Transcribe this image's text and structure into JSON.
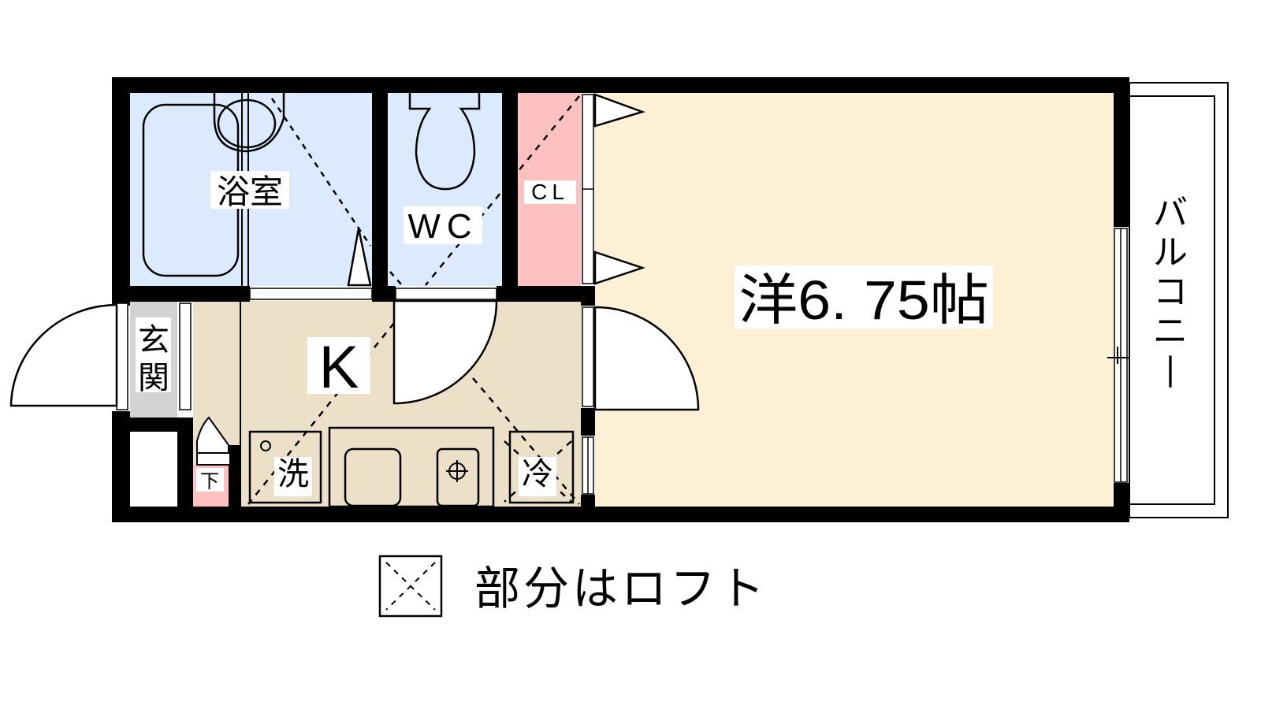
{
  "floorplan": {
    "colors": {
      "wall": "#000000",
      "bath_wc": "#dbeafd",
      "closet": "#ffc0c0",
      "kitchen": "#ede0c8",
      "western_room": "#fdf0d4",
      "entrance": "#d3d3d3",
      "shoe_cabinet": "#ffc0c0",
      "background": "#ffffff"
    },
    "rooms": {
      "bathroom": {
        "label": "浴室"
      },
      "toilet": {
        "label": "WC"
      },
      "closet": {
        "label": "CL"
      },
      "western_room": {
        "label": "洋6. 75帖"
      },
      "kitchen": {
        "label": "K"
      },
      "entrance": {
        "label": "玄関"
      },
      "balcony": {
        "label": "バルコニー"
      },
      "shoe_cabinet": {
        "label": "下"
      },
      "washer": {
        "label": "洗"
      },
      "fridge": {
        "label": "冷"
      }
    },
    "legend": {
      "text": "部分はロフト",
      "icon": "loft-dashed-x-square-icon"
    }
  }
}
